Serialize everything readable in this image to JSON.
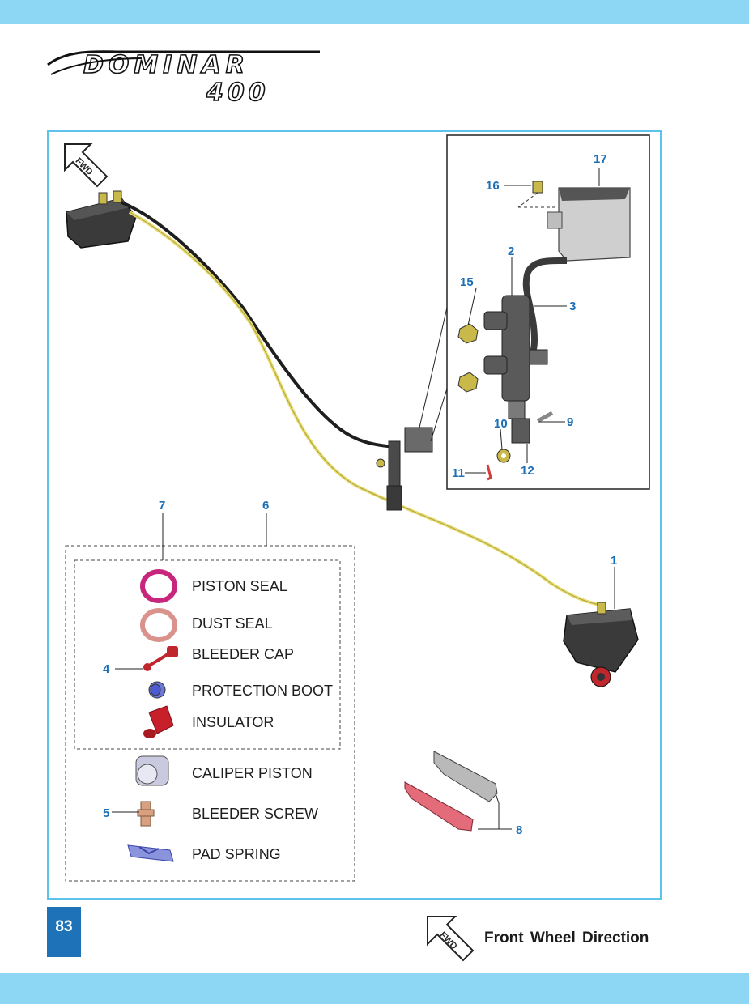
{
  "brand": {
    "logo_text": "DOMINAR",
    "logo_model": "400"
  },
  "fwd_icon_text": "FWD",
  "callouts": {
    "c1": "1",
    "c2": "2",
    "c3": "3",
    "c4": "4",
    "c5": "5",
    "c6": "6",
    "c7": "7",
    "c8": "8",
    "c9": "9",
    "c10": "10",
    "c11": "11",
    "c12": "12",
    "c15": "15",
    "c16": "16",
    "c17": "17"
  },
  "kit_items": [
    {
      "label": "PISTON SEAL",
      "color": "#c8267c"
    },
    {
      "label": "DUST SEAL",
      "color": "#d9928c"
    },
    {
      "label": "BLEEDER CAP",
      "color": "#c0272d"
    },
    {
      "label": "PROTECTION BOOT",
      "color": "#4c5bd0"
    },
    {
      "label": "INSULATOR",
      "color": "#c8202a"
    },
    {
      "label": "CALIPER PISTON",
      "color": "#c9c9df"
    },
    {
      "label": "BLEEDER SCREW",
      "color": "#d9a080"
    },
    {
      "label": "PAD SPRING",
      "color": "#5a66c8"
    }
  ],
  "page_number": "83",
  "legend": {
    "text": "Front Wheel  Direction"
  },
  "colors": {
    "accent_band": "#8dd6f4",
    "frame_border": "#5ec3ea",
    "callout_blue": "#1d6fb5",
    "page_tab": "#1d72b8",
    "hose_yellow": "#e8dc6a"
  }
}
